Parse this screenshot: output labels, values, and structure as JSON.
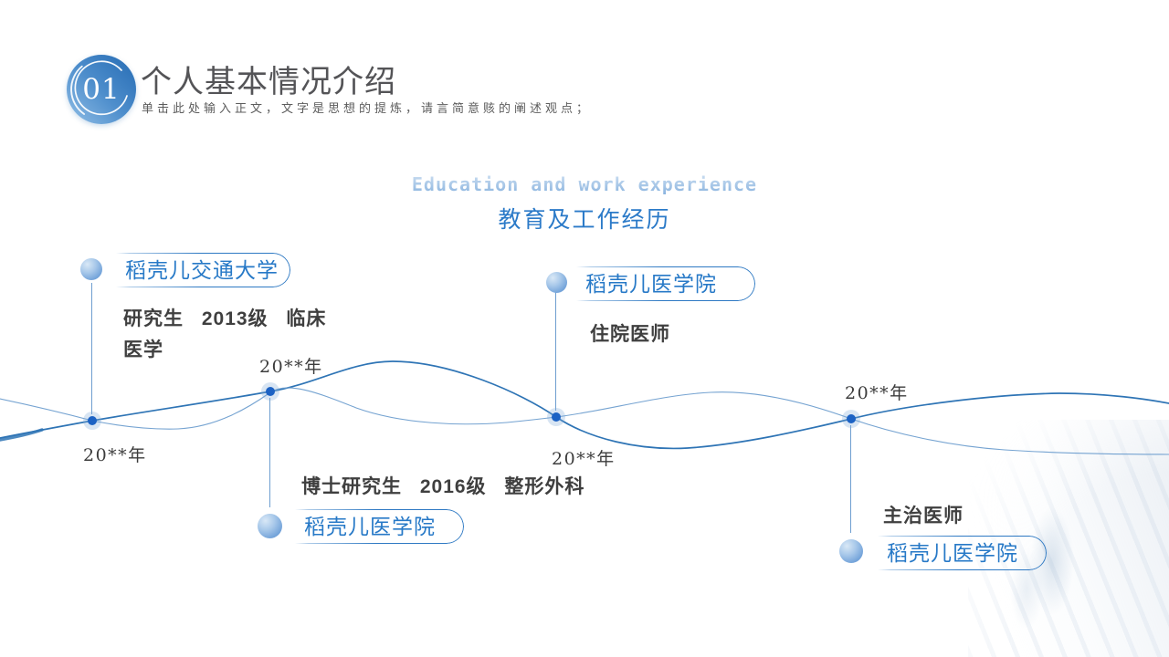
{
  "slide": {
    "badge": "01",
    "title": "个人基本情况介绍",
    "subtitle": "单击此处输入正文，文字是思想的提炼，请言简意赅的阐述观点；",
    "heading_en": "Education and work experience",
    "heading_cn": "教育及工作经历"
  },
  "timeline": {
    "items": [
      {
        "school": "稻壳儿交通大学",
        "detail": "研究生 2013级 临床医学",
        "year": "20**年"
      },
      {
        "school": "稻壳儿医学院",
        "detail": "住院医师",
        "year": "20**年"
      },
      {
        "school": "稻壳儿医学院",
        "detail": "博士研究生 2016级 整形外科",
        "year": "20**年"
      },
      {
        "school": "稻壳儿医学院",
        "detail": "主治医师",
        "year": "20**年"
      }
    ]
  },
  "colors": {
    "accent": "#2e74b5",
    "wave_light": "#6699cc",
    "label_text": "#2779c7",
    "heading_cn": "#2b7ac8",
    "body_text": "#3f3f3f",
    "dot_core": "#1c62c4"
  }
}
